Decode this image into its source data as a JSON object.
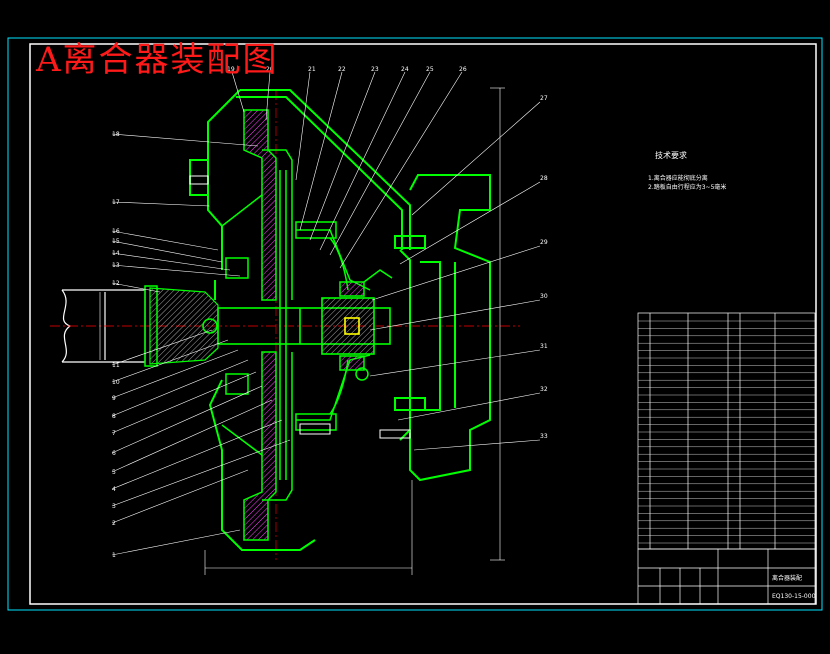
{
  "drawing": {
    "title": "A离合器装配图",
    "tech_requirements": {
      "heading": "技术要求",
      "lines": [
        "1.离合器应能彻底分离",
        "2.踏板自由行程应为3~5毫米"
      ]
    },
    "balloons_left": [
      "18",
      "17",
      "16",
      "15",
      "14",
      "13",
      "12",
      "11",
      "10",
      "9",
      "8",
      "7",
      "6",
      "5",
      "4",
      "3",
      "2",
      "1"
    ],
    "balloons_top": [
      "19",
      "20",
      "21",
      "22",
      "23",
      "24",
      "25",
      "26",
      "27"
    ],
    "balloons_right": [
      "28",
      "29",
      "30",
      "31",
      "32",
      "33"
    ],
    "title_block": {
      "drawing_number": "EQ130-15-000",
      "name": "离合器装配"
    },
    "colors": {
      "background": "#000000",
      "part_outline": "#00ff00",
      "leader_lines": "#ffffff",
      "frame": "#00e5ff",
      "title": "#ff1a1a",
      "centerline": "#ff0000",
      "hatch": "#ff00ff"
    }
  }
}
